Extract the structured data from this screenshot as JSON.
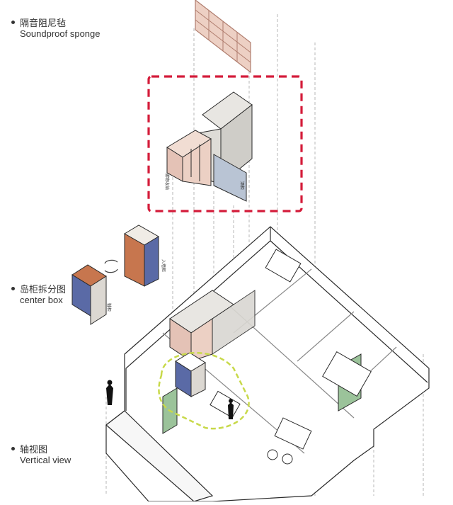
{
  "labels": {
    "sponge": {
      "cn": "隔音阻尼毡",
      "en": "Soundproof sponge"
    },
    "center_box": {
      "cn": "岛柜拆分图",
      "en": "center box"
    },
    "vertical": {
      "cn": "轴视图",
      "en": "Vertical view"
    }
  },
  "small_vertical_texts": [
    "储物收纳",
    "入墙柜",
    "鞋柜",
    "酒柜"
  ],
  "colors": {
    "highlight_dash": "#d41c3a",
    "flow_path": "#c8d94a",
    "cabinet_pink": "#e4c2b6",
    "cabinet_blue": "#5a6aa6",
    "cabinet_orange": "#c7764e",
    "green_panel": "#9bc39a",
    "grey_panel": "#d9d7d2",
    "line": "#2a2a2a"
  }
}
